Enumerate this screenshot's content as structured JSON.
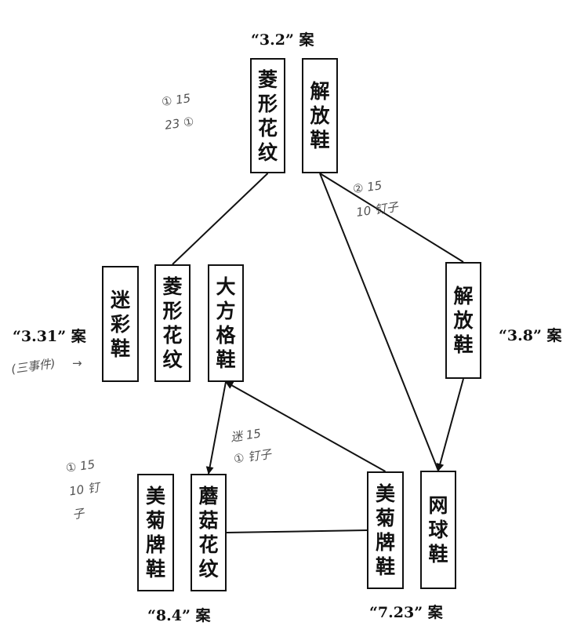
{
  "cases": {
    "c32": {
      "label": "“3.2” 案",
      "boxes": [
        "菱形花纹",
        "解放鞋"
      ]
    },
    "c331": {
      "label": "“3.31” 案",
      "boxes": [
        "迷彩鞋",
        "菱形花纹",
        "大方格鞋"
      ]
    },
    "c38": {
      "label": "“3.8” 案",
      "boxes": [
        "解放鞋"
      ]
    },
    "c84": {
      "label": "“8.4” 案",
      "boxes": [
        "美菊牌鞋",
        "蘑菇花纹"
      ]
    },
    "c723": {
      "label": "“7.23” 案",
      "boxes": [
        "美菊牌鞋",
        "网球鞋"
      ]
    }
  },
  "edges": [
    {
      "from": "c331.1",
      "to": "c32.0",
      "arrow": false
    },
    {
      "from": "c32.1",
      "to": "c38.0",
      "arrow": false
    },
    {
      "from": "c32.1",
      "to": "c723.1",
      "arrow": false
    },
    {
      "from": "c331.2",
      "to": "c84.1",
      "arrow": true
    },
    {
      "from": "c723.0",
      "to": "c331.2",
      "arrow": true
    },
    {
      "from": "c38.0",
      "to": "c723.1",
      "arrow": true
    },
    {
      "from": "c84.1",
      "to": "c723.0",
      "arrow": false
    }
  ],
  "annotations": {
    "a1": "① 15 23 ①",
    "a2": "② 15 10 钉子",
    "a3": "迷 15 ① 钉子",
    "a4": "① 15 10 钉子",
    "a5": "(三事件)"
  }
}
